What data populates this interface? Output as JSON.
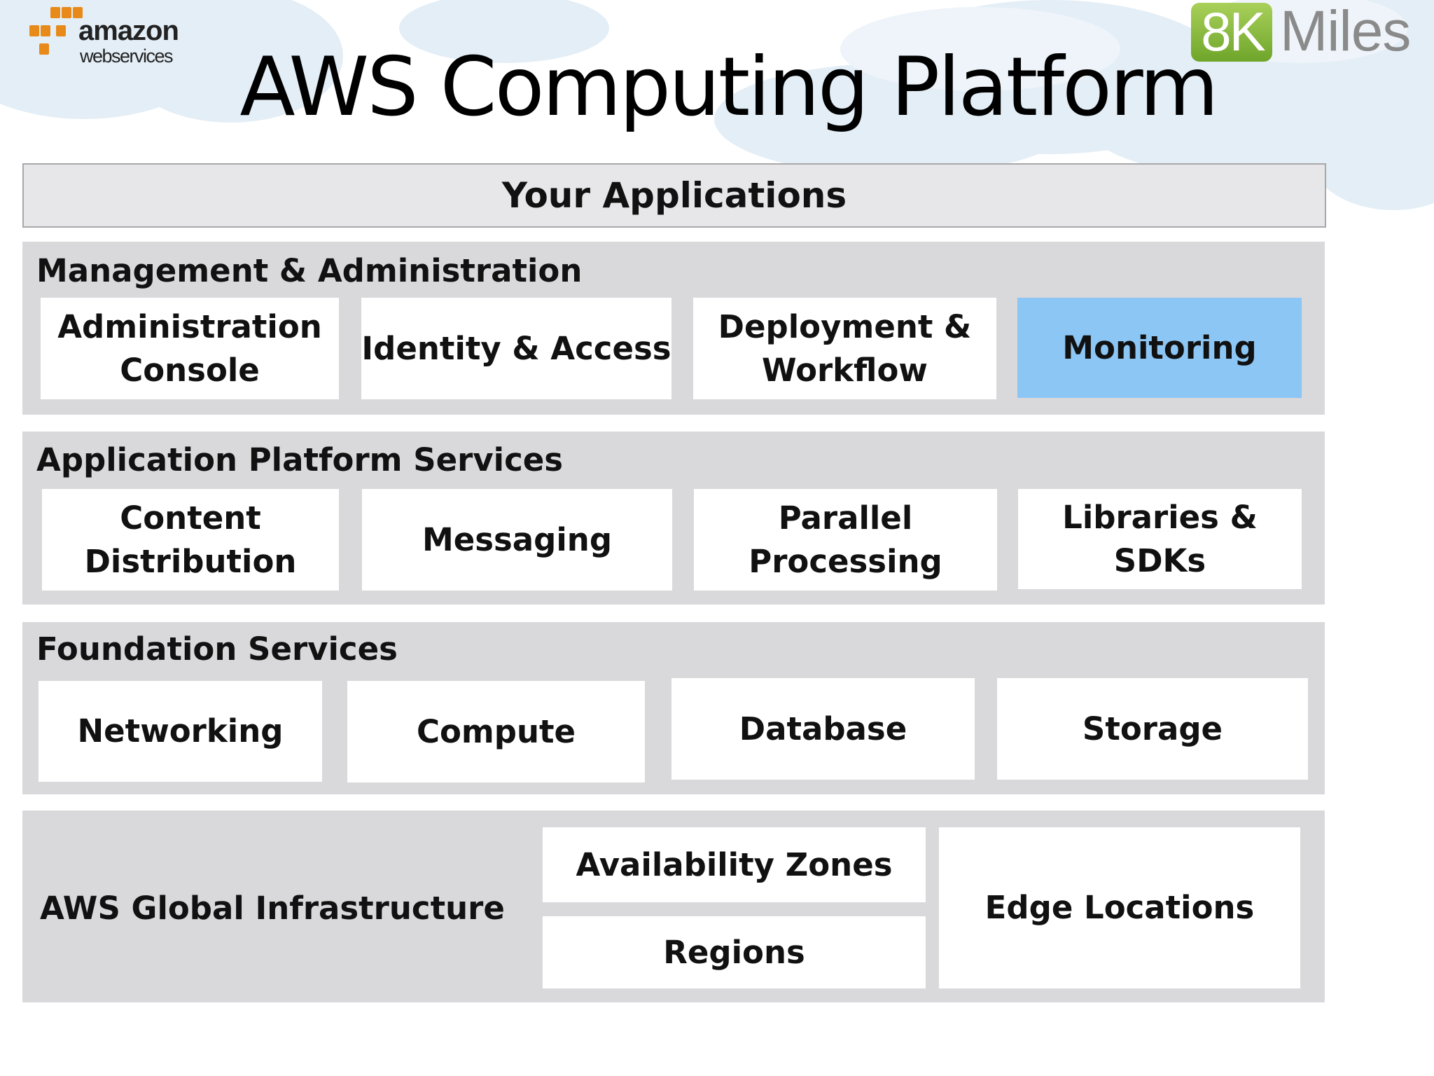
{
  "logos": {
    "amazon_word": "amazon",
    "amazon_sub": "webservices",
    "k8": "8K",
    "miles": "Miles"
  },
  "title": "AWS Computing Platform",
  "your_applications": "Your Applications",
  "management": {
    "label": "Management & Administration",
    "items": [
      "Administration Console",
      "Identity & Access",
      "Deployment & Workflow",
      "Monitoring"
    ]
  },
  "platform": {
    "label": "Application Platform Services",
    "items": [
      "Content Distribution",
      "Messaging",
      "Parallel Processing",
      "Libraries & SDKs"
    ]
  },
  "foundation": {
    "label": "Foundation Services",
    "items": [
      "Networking",
      "Compute",
      "Database",
      "Storage"
    ]
  },
  "infrastructure": {
    "label": "AWS Global Infrastructure",
    "availability_zones": "Availability Zones",
    "regions": "Regions",
    "edge_locations": "Edge Locations"
  },
  "colors": {
    "panel": "#d9d8db",
    "highlight": "#8cc6f4",
    "amazon_orange": "#e88a1a",
    "k8_green": "#7db53a"
  }
}
